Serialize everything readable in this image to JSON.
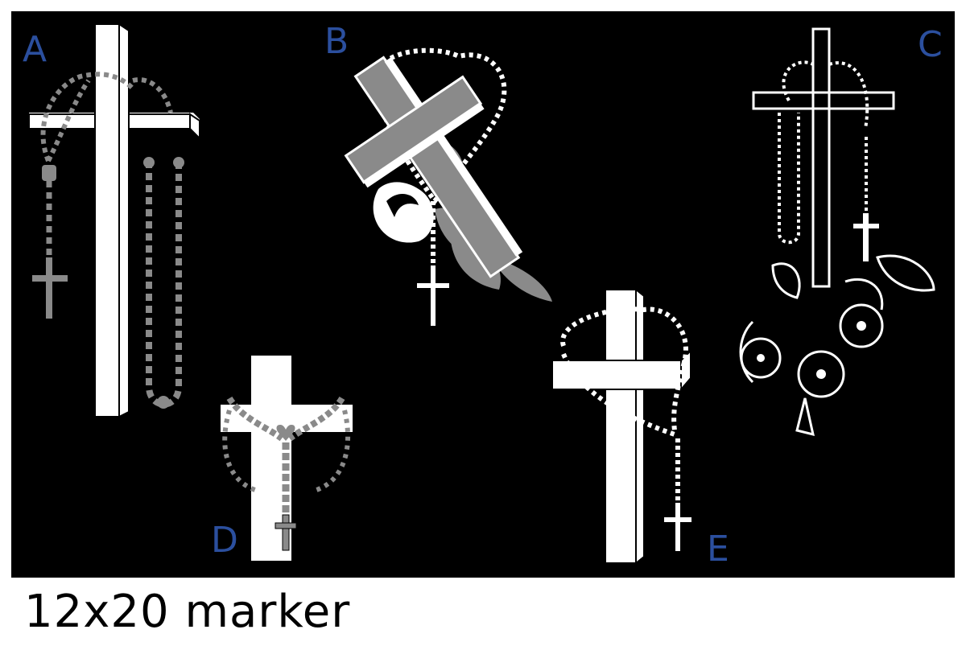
{
  "labels": {
    "a": "A",
    "b": "B",
    "c": "C",
    "d": "D",
    "e": "E"
  },
  "caption": "12x20 marker",
  "colors": {
    "background": "#000000",
    "frame": "#ffffff",
    "label": "#2b4f9e",
    "white": "#ffffff",
    "gray": "#8a8a8a"
  }
}
